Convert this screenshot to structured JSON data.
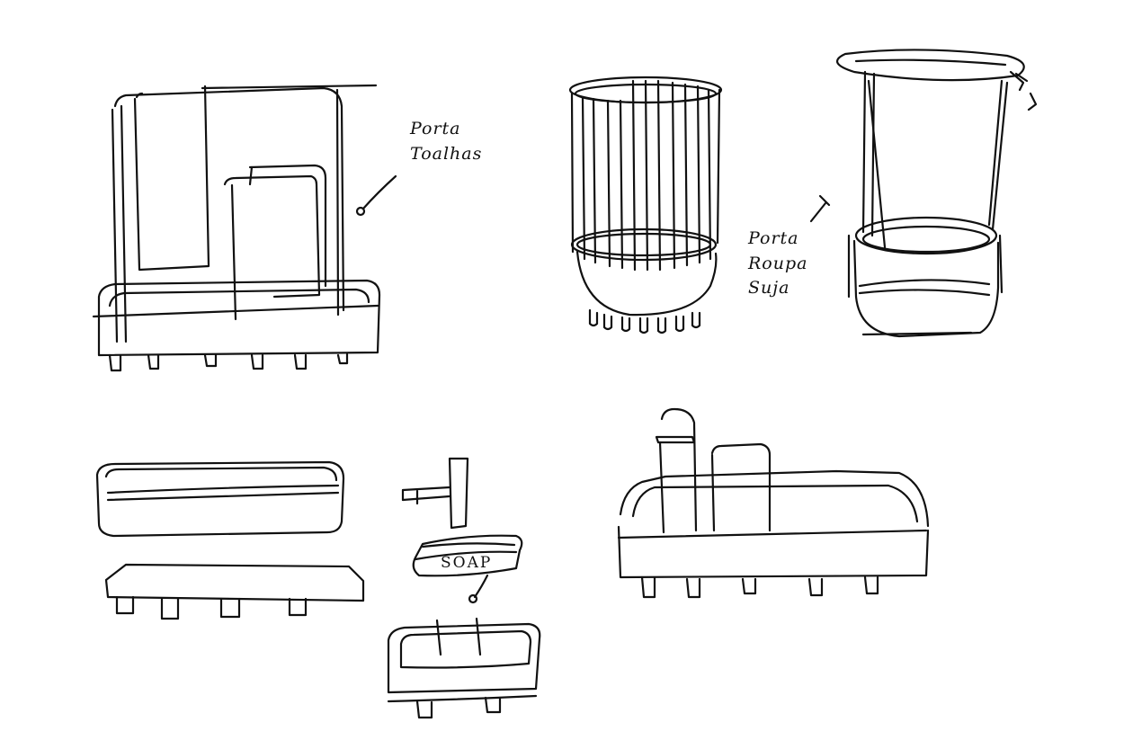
{
  "annotations": {
    "towel_holder": [
      "Porta",
      "Toalhas"
    ],
    "laundry_holder": [
      "Porta",
      "Roupa",
      "Suja"
    ],
    "soap_label": "SOAP"
  },
  "colors": {
    "ink": "#111111",
    "paper": "#ffffff"
  }
}
